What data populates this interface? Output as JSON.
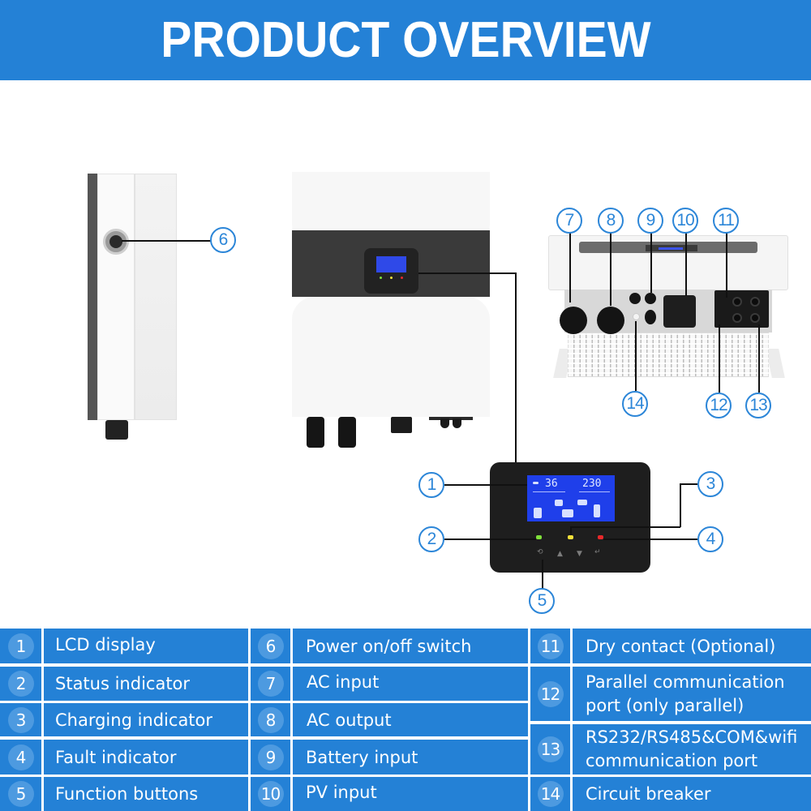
{
  "header": {
    "title": "PRODUCT OVERVIEW",
    "background_color": "#2481d6"
  },
  "diagram": {
    "views": [
      "side-view",
      "front-view",
      "bottom-view",
      "control-panel-closeup"
    ],
    "callouts": [
      {
        "number": "1",
        "target": "LCD display"
      },
      {
        "number": "2",
        "target": "Status indicator"
      },
      {
        "number": "3",
        "target": "Charging indicator"
      },
      {
        "number": "4",
        "target": "Fault indicator"
      },
      {
        "number": "5",
        "target": "Function buttons"
      },
      {
        "number": "6",
        "target": "Power on/off switch"
      },
      {
        "number": "7",
        "target": "AC input"
      },
      {
        "number": "8",
        "target": "AC output"
      },
      {
        "number": "9",
        "target": "Battery input"
      },
      {
        "number": "10",
        "target": "PV input"
      },
      {
        "number": "11",
        "target": "Dry contact (Optional)"
      },
      {
        "number": "12",
        "target": "Parallel communication port (only parallel)"
      },
      {
        "number": "13",
        "target": "RS232/RS485&COM&wifi communication port"
      },
      {
        "number": "14",
        "target": "Circuit breaker"
      }
    ],
    "lcd": {
      "left_value": "36",
      "right_value": "230",
      "color": "#1f3fea"
    },
    "leds": {
      "status_color": "#7fe03a",
      "charging_color": "#f5e23a",
      "fault_color": "#e8282a"
    },
    "buttons": [
      "⟲",
      "▲",
      "▼",
      "↵"
    ]
  },
  "table": {
    "columns": [
      {
        "rows": [
          {
            "number": "1",
            "label": "LCD display"
          },
          {
            "number": "2",
            "label": "Status indicator"
          },
          {
            "number": "3",
            "label": "Charging indicator"
          },
          {
            "number": "4",
            "label": "Fault indicator"
          },
          {
            "number": "5",
            "label": "Function buttons"
          }
        ]
      },
      {
        "rows": [
          {
            "number": "6",
            "label": "Power on/off switch"
          },
          {
            "number": "7",
            "label": "AC input"
          },
          {
            "number": "8",
            "label": "AC output"
          },
          {
            "number": "9",
            "label": "Battery input"
          },
          {
            "number": "10",
            "label": "PV input"
          }
        ]
      },
      {
        "rows": [
          {
            "number": "11",
            "label": "Dry contact (Optional)"
          },
          {
            "number": "12",
            "label_line1": "Parallel communication",
            "label_line2": "port (only parallel)"
          },
          {
            "number": "13",
            "label_line1": "RS232/RS485&COM&wifi",
            "label_line2": "communication port"
          },
          {
            "number": "14",
            "label": "Circuit breaker"
          }
        ]
      }
    ]
  }
}
